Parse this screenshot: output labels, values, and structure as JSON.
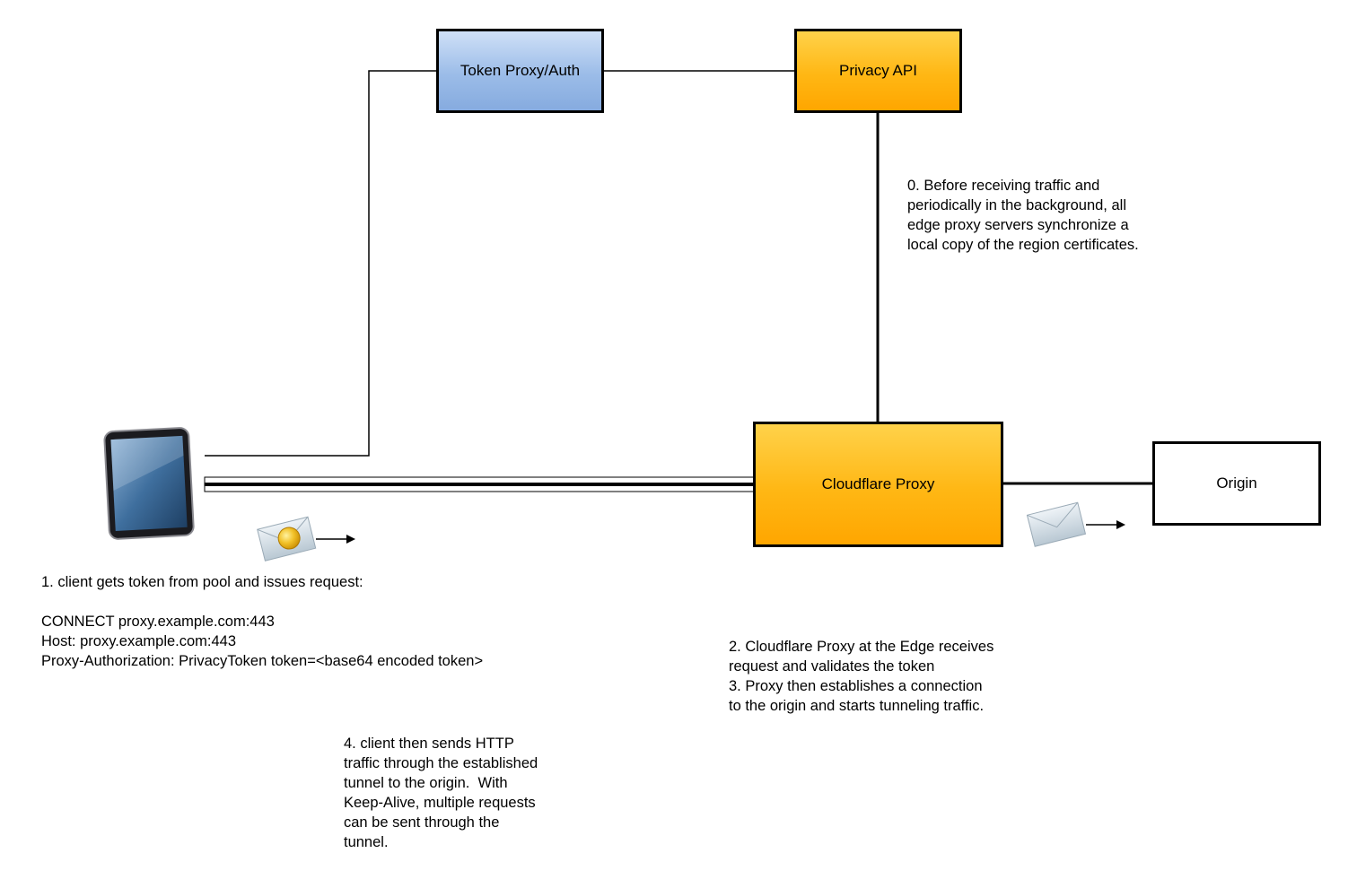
{
  "nodes": {
    "token_proxy": {
      "label": "Token Proxy/Auth"
    },
    "privacy_api": {
      "label": "Privacy API"
    },
    "cloudflare_proxy": {
      "label": "Cloudflare Proxy"
    },
    "origin": {
      "label": "Origin"
    }
  },
  "icons": {
    "client": "tablet-icon",
    "token_message": "sealed-envelope-icon",
    "forward_message": "envelope-icon",
    "arrows": "arrow-right-icon"
  },
  "notes": {
    "step0": "0. Before receiving traffic and\nperiodically in the background, all\nedge proxy servers synchronize a\nlocal copy of the region certificates.",
    "step1": "1. client gets token from pool and issues request:\n\nCONNECT proxy.example.com:443\nHost: proxy.example.com:443\nProxy-Authorization: PrivacyToken token=<base64 encoded token>",
    "step2_3": "2. Cloudflare Proxy at the Edge receives\nrequest and validates the token\n3. Proxy then establishes a connection\nto the origin and starts tunneling traffic.",
    "step4": "4. client then sends HTTP\ntraffic through the established\ntunnel to the origin.  With\nKeep-Alive, multiple requests\ncan be sent through the\ntunnel."
  },
  "colors": {
    "token_proxy_fill": "#9bbce8",
    "privacy_fill": "#ffb714",
    "proxy_fill": "#ffb714",
    "line": "#000000"
  }
}
